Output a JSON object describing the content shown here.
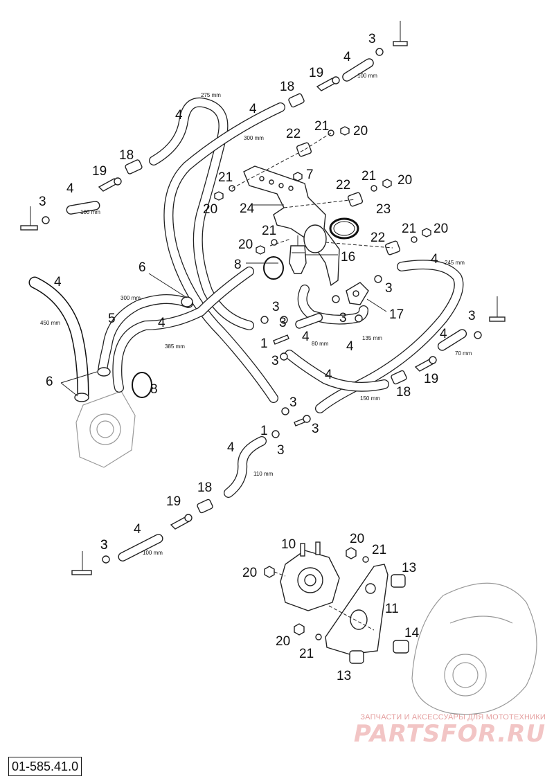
{
  "diagram": {
    "reference_number": "01-585.41.0",
    "callouts": [
      "3",
      "4",
      "19",
      "18",
      "4",
      "4",
      "21",
      "20",
      "22",
      "18",
      "19",
      "4",
      "3",
      "21",
      "20",
      "7",
      "21",
      "22",
      "20",
      "24",
      "23",
      "21",
      "20",
      "22",
      "21",
      "20",
      "16",
      "8",
      "6",
      "4",
      "4",
      "3",
      "17",
      "5",
      "4",
      "3",
      "3",
      "3",
      "1",
      "4",
      "4",
      "3",
      "6",
      "8",
      "4",
      "3",
      "4",
      "18",
      "19",
      "3",
      "3",
      "1",
      "3",
      "4",
      "3",
      "18",
      "19",
      "4",
      "3",
      "10",
      "20",
      "21",
      "13",
      "20",
      "11",
      "14",
      "20",
      "21",
      "13"
    ],
    "dimensions": [
      "275 mm",
      "300 mm",
      "100 mm",
      "100 mm",
      "300 mm",
      "385 mm",
      "450 mm",
      "245 mm",
      "80 mm",
      "135 mm",
      "70 mm",
      "150 mm",
      "110 mm",
      "100 mm"
    ]
  },
  "watermark": {
    "tagline": "ЗАПЧАСТИ И АКСЕССУАРЫ ДЛЯ МОТОТЕХНИКИ",
    "logo": "PARTSFOR.RU"
  }
}
